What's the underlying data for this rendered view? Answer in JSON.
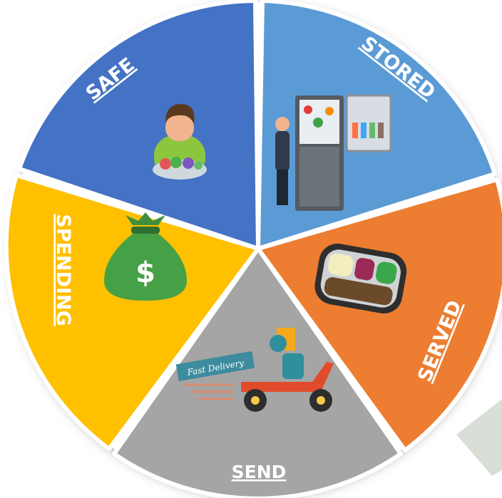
{
  "diagram": {
    "segments": [
      {
        "id": "safe",
        "label": "SAFE",
        "color": "#4472C4",
        "icon": "person-eating-salad-icon"
      },
      {
        "id": "stored",
        "label": "STORED",
        "color": "#5B9BD5",
        "icon": "refrigerator-with-person-icon"
      },
      {
        "id": "served",
        "label": "SERVED",
        "color": "#ED7D31",
        "icon": "tv-dinner-tray-icon"
      },
      {
        "id": "send",
        "label": "SEND",
        "color": "#A5A5A5",
        "icon": "delivery-scooter-icon"
      },
      {
        "id": "spending",
        "label": "SPENDING",
        "color": "#FFC000",
        "icon": "money-bag-dollar-icon"
      }
    ],
    "delivery_banner": "Fast Delivery",
    "money_symbol": "$"
  }
}
